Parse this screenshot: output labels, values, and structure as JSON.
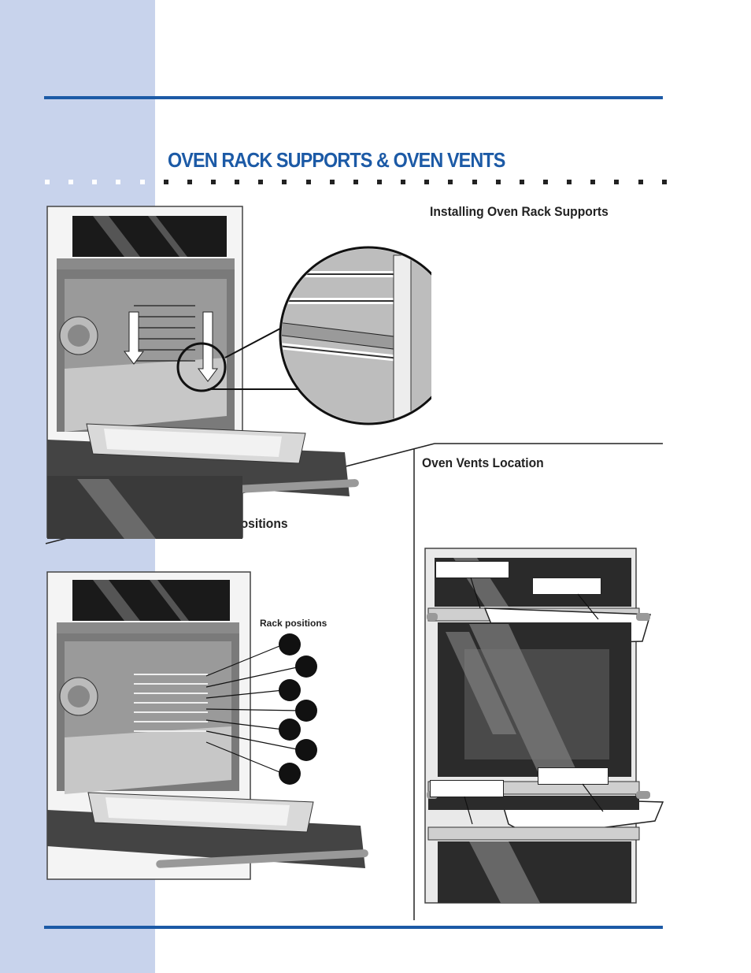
{
  "page": {
    "title": "OVEN RACK SUPPORTS & OVEN VENTS",
    "colors": {
      "accent": "#1c5aa6",
      "sidebar": "#c8d3ec",
      "ink": "#222222"
    }
  },
  "sections": {
    "installing": {
      "heading": "Installing Oven Rack Supports"
    },
    "positions": {
      "heading": "Oven Rack Positions",
      "figure_label": "Rack  positions",
      "rack_position_count": 7
    },
    "vents": {
      "heading": "Oven Vents Location",
      "callout_count": 4
    }
  }
}
